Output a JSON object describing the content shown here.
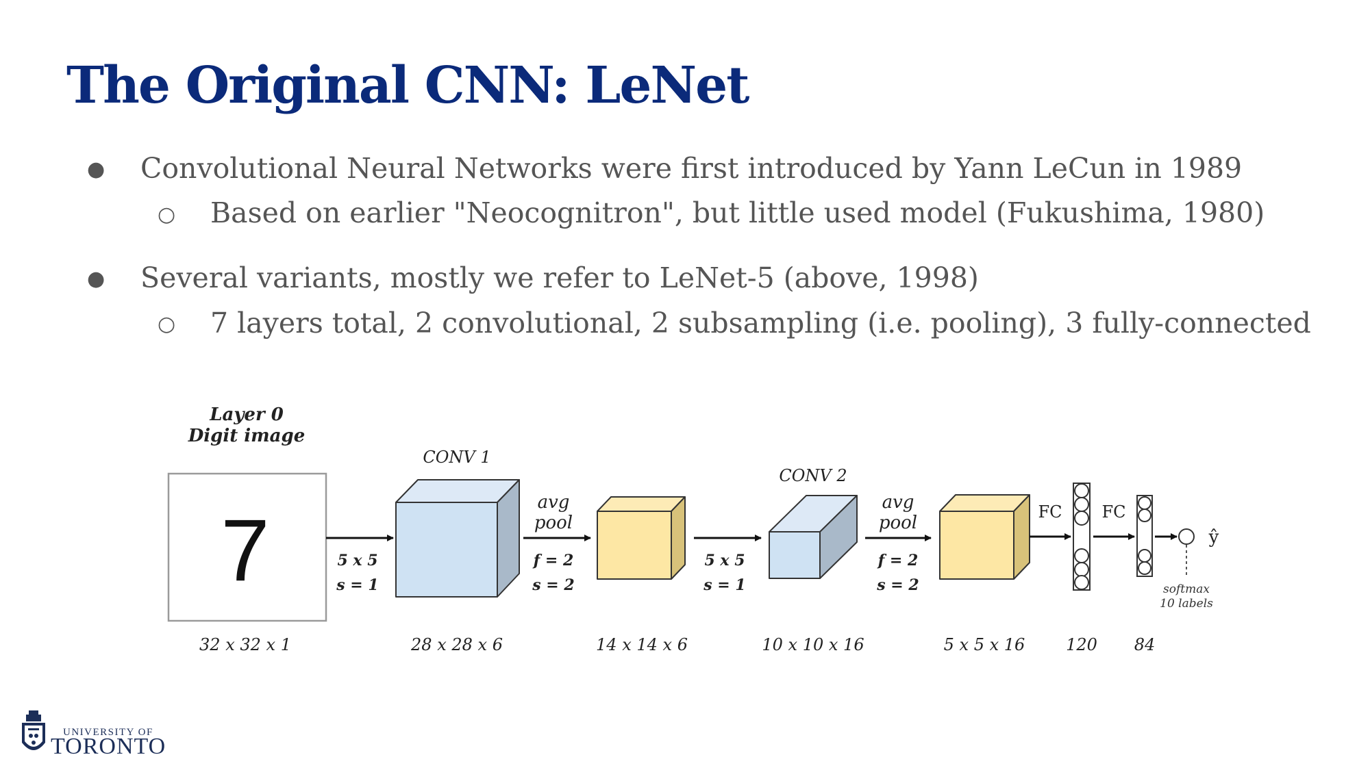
{
  "slide": {
    "title": "The Original CNN: LeNet",
    "bullets": [
      {
        "text": "Convolutional Neural Networks were first introduced by Yann LeCun in 1989",
        "sub": "Based on earlier \"Neocognitron\", but little used model (Fukushima, 1980)"
      },
      {
        "text": "Several variants, mostly we refer to LeNet-5 (above, 1998)",
        "sub": "7 layers total, 2 convolutional, 2 subsampling (i.e. pooling), 3 fully-connected"
      }
    ],
    "markers": {
      "bullet": "●",
      "sub_bullet": "○"
    }
  },
  "diagram": {
    "input": {
      "heading_line1": "Layer 0",
      "heading_line2": "Digit image",
      "digit": "7",
      "dims": "32 x 32 x 1"
    },
    "conv1": {
      "label": "CONV 1",
      "dims": "28 x 28 x 6",
      "color": "#cfe2f3"
    },
    "op1": {
      "kernel": "5 x 5",
      "stride": "s = 1"
    },
    "pool1": {
      "label_line1": "avg",
      "label_line2": "pool",
      "filter": "f = 2",
      "stride": "s = 2",
      "dims": "14 x 14 x 6",
      "color": "#fde7a4"
    },
    "op2": {
      "kernel": "5 x 5",
      "stride": "s = 1"
    },
    "conv2": {
      "label": "CONV 2",
      "dims": "10 x 10 x 16",
      "color": "#cfe2f3"
    },
    "pool2": {
      "label_line1": "avg",
      "label_line2": "pool",
      "filter": "f = 2",
      "stride": "s = 2",
      "dims": "5 x 5 x 16",
      "color": "#fde7a4"
    },
    "fc1": {
      "label": "FC",
      "dims": "120"
    },
    "fc2": {
      "label": "FC",
      "dims": "84"
    },
    "output": {
      "symbol": "ŷ",
      "note_line1": "softmax",
      "note_line2": "10 labels"
    }
  },
  "logo": {
    "line1": "UNIVERSITY OF",
    "line2": "TORONTO",
    "color": "#1c2e58"
  }
}
